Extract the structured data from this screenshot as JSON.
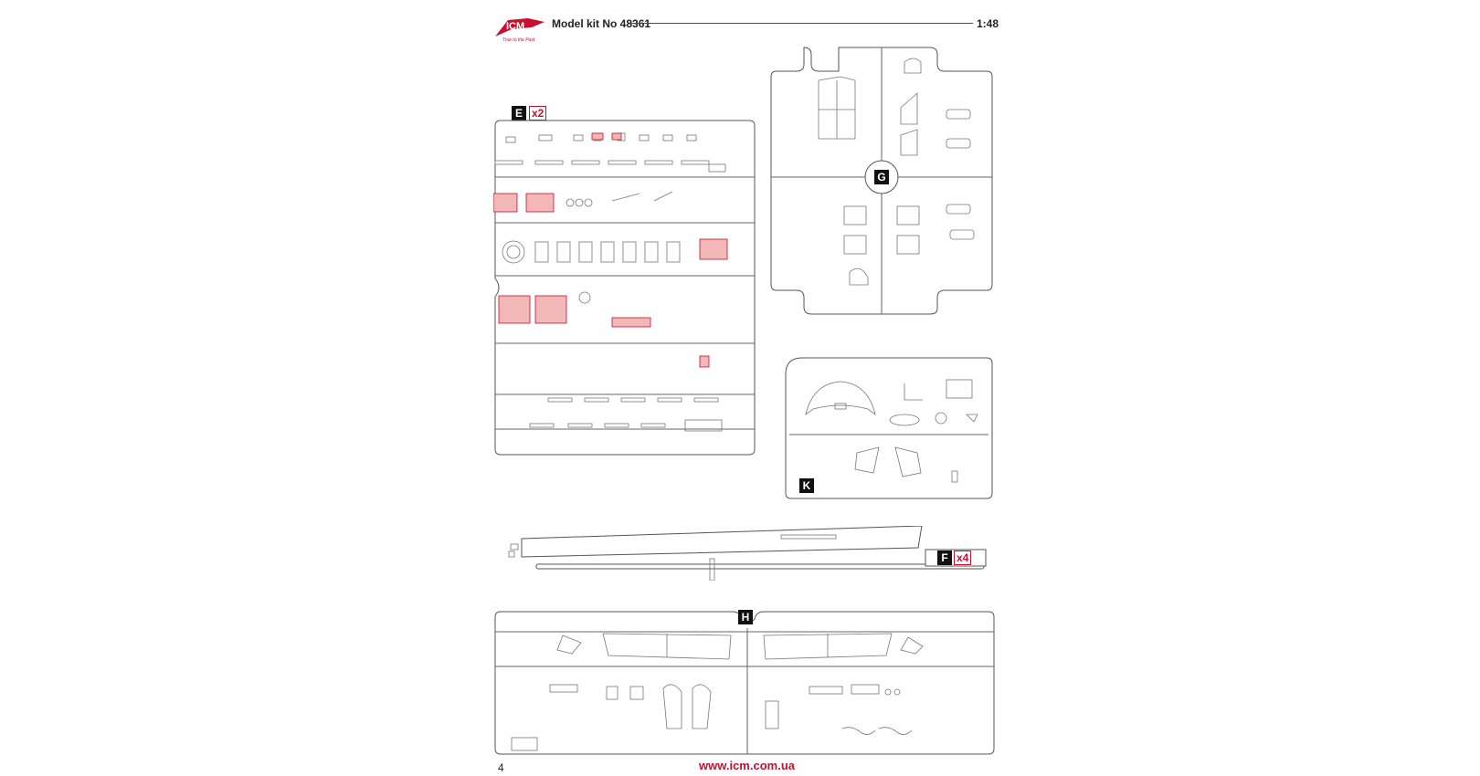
{
  "header": {
    "logo_text": "ICM",
    "logo_tagline": "True to the Past",
    "kit_title": "Model kit No 48361",
    "scale": "1:48"
  },
  "sprues": {
    "E": {
      "letter": "E",
      "multiplier": "x2"
    },
    "G": {
      "letter": "G"
    },
    "K": {
      "letter": "K"
    },
    "F": {
      "letter": "F",
      "multiplier": "x4"
    },
    "H": {
      "letter": "H"
    }
  },
  "footer": {
    "page_number": "4",
    "website": "www.icm.com.ua"
  },
  "colors": {
    "accent_red": "#c8102e",
    "highlight_pink": "#f2b8b8",
    "line_gray": "#555555"
  }
}
